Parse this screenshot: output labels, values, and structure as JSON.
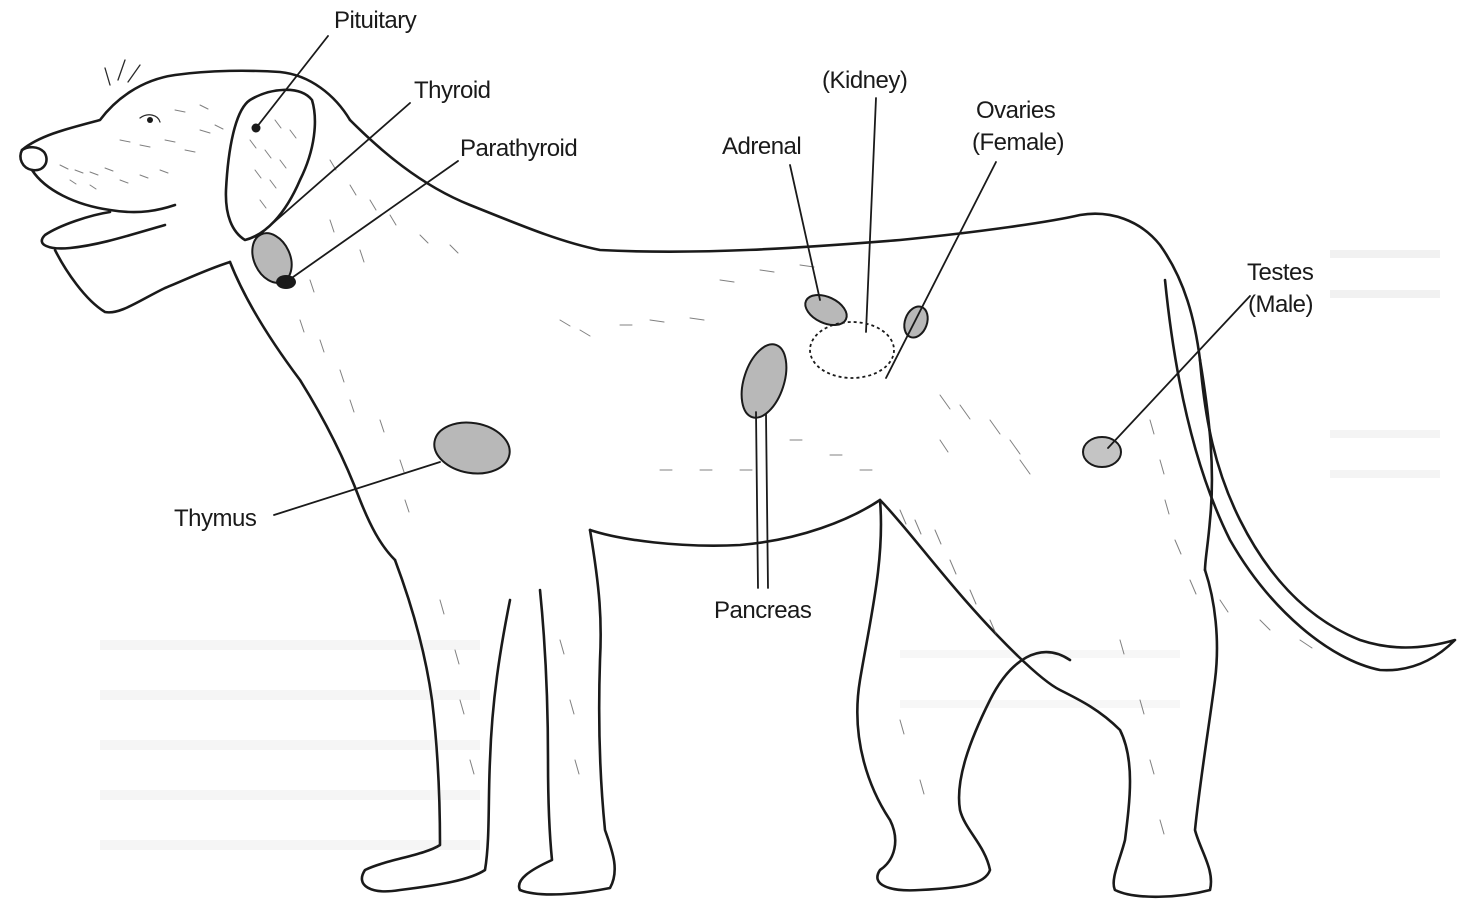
{
  "labels": {
    "pituitary": "Pituitary",
    "thyroid": "Thyroid",
    "parathyroid": "Parathyroid",
    "kidney": "(Kidney)",
    "adrenal": "Adrenal",
    "ovaries_line1": "Ovaries",
    "ovaries_line2": "(Female)",
    "testes_line1": "Testes",
    "testes_line2": "(Male)",
    "thymus": "Thymus",
    "pancreas": "Pancreas"
  },
  "colors": {
    "ink": "#1a1a1a",
    "gland_fill": "#b8b8b8",
    "background": "#ffffff"
  }
}
